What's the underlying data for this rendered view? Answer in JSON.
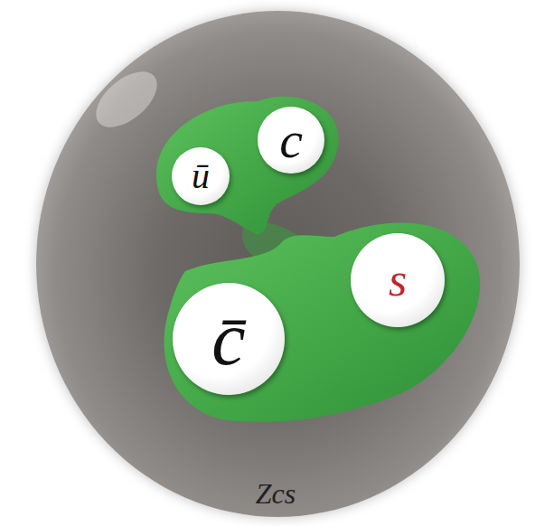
{
  "diagram": {
    "nodes": [
      {
        "text": [
          "Zcs"
        ]
      },
      {
        "text": [
          "ū"
        ],
        "in": 0
      },
      {
        "text": [
          "c"
        ],
        "in": 0
      },
      {
        "text": [
          "c̄"
        ],
        "in": 0
      },
      {
        "text": [
          "s"
        ],
        "in": 0
      }
    ]
  }
}
